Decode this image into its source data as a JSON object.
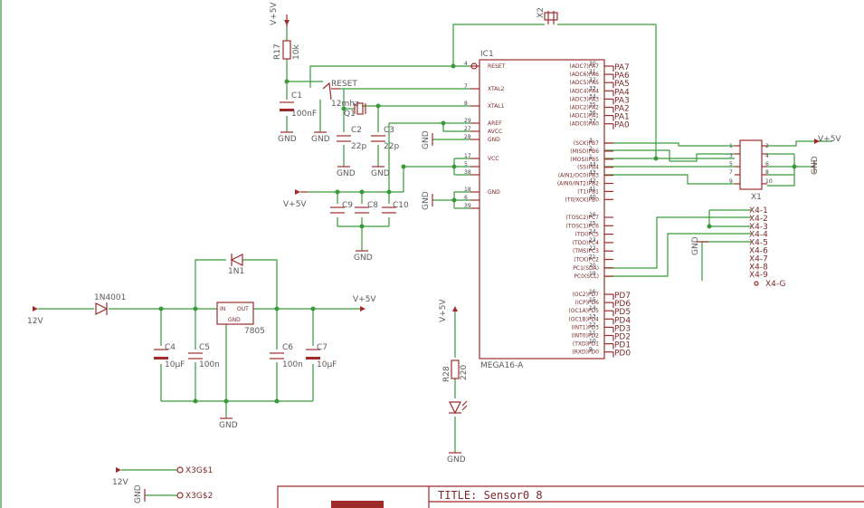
{
  "supplies": {
    "vcc": "V+5V",
    "v12": "12V",
    "gnd": "GND"
  },
  "ic1": {
    "name": "IC1",
    "part": "MEGA16-A",
    "left_pins": [
      {
        "label": "RESET",
        "num": "4"
      },
      {
        "label": "XTAL2",
        "num": "7"
      },
      {
        "label": "XTAL1",
        "num": "8"
      },
      {
        "label": "AREF",
        "num": "29"
      },
      {
        "label": "AVCC",
        "num": "27"
      },
      {
        "label": "GND",
        "num": "28"
      },
      {
        "label": "VCC",
        "num": "17"
      },
      {
        "label": "",
        "num": "5"
      },
      {
        "label": "",
        "num": "38"
      },
      {
        "label": "GND",
        "num": "18"
      },
      {
        "label": "",
        "num": "6"
      },
      {
        "label": "",
        "num": "39"
      }
    ],
    "right_pins_a": [
      {
        "label": "(ADC7)PA7",
        "num": "30",
        "net": "PA7"
      },
      {
        "label": "(ADC6)PA6",
        "num": "31",
        "net": "PA6"
      },
      {
        "label": "(ADC5)PA5",
        "num": "32",
        "net": "PA5"
      },
      {
        "label": "(ADC4)PA4",
        "num": "33",
        "net": "PA4"
      },
      {
        "label": "(ADC3)PA3",
        "num": "34",
        "net": "PA3"
      },
      {
        "label": "(ADC2)PA2",
        "num": "35",
        "net": "PA2"
      },
      {
        "label": "(ADC1)PA1",
        "num": "36",
        "net": "PA1"
      },
      {
        "label": "(ADC0)PA0",
        "num": "37",
        "net": "PA0"
      }
    ],
    "right_pins_b": [
      {
        "label": "(SCK)PB7",
        "num": "3"
      },
      {
        "label": "(MISO)PB6",
        "num": "2"
      },
      {
        "label": "(MOSI)PB5",
        "num": "1"
      },
      {
        "label": "(SS)PB4",
        "num": "44"
      },
      {
        "label": "(AIN1/OC0)PB3",
        "num": "43"
      },
      {
        "label": "(AIN0/INT2)PB2",
        "num": "42"
      },
      {
        "label": "(T1)PB1",
        "num": "41"
      },
      {
        "label": "(T0/XCK)PB0",
        "num": "40"
      }
    ],
    "right_pins_c": [
      {
        "label": "(TOSC2)PC7",
        "num": "26"
      },
      {
        "label": "(TOSC1)PC6",
        "num": "25"
      },
      {
        "label": "(TDI)PC5",
        "num": "24"
      },
      {
        "label": "(TDO)PC4",
        "num": "23"
      },
      {
        "label": "(TMS)PC3",
        "num": "22"
      },
      {
        "label": "(TCK)PC2",
        "num": "21"
      },
      {
        "label": "PC1(SDA)",
        "num": "20"
      },
      {
        "label": "PC0(SCL)",
        "num": "19"
      }
    ],
    "right_pins_d": [
      {
        "label": "(OC2)PD7",
        "num": "16",
        "net": "PD7"
      },
      {
        "label": "(ICP)PD6",
        "num": "15",
        "net": "PD6"
      },
      {
        "label": "(OC1A)PD5",
        "num": "14",
        "net": "PD5"
      },
      {
        "label": "(OC1B)PD4",
        "num": "13",
        "net": "PD4"
      },
      {
        "label": "(INT1)PD3",
        "num": "12",
        "net": "PD3"
      },
      {
        "label": "(INT0)PD2",
        "num": "11",
        "net": "PD2"
      },
      {
        "label": "(TXD)PD1",
        "num": "10",
        "net": "PD1"
      },
      {
        "label": "(RXD)PD0",
        "num": "9",
        "net": "PD0"
      }
    ]
  },
  "components": {
    "r17": {
      "name": "R17",
      "value": "10k"
    },
    "c1": {
      "name": "C1",
      "value": "100nF"
    },
    "reset": {
      "name": "RESET"
    },
    "crystal": {
      "name": "Q1",
      "value": "12mhz"
    },
    "c2": {
      "name": "C2",
      "value": "22p"
    },
    "c3": {
      "name": "C3",
      "value": "22p"
    },
    "c8": {
      "name": "C8"
    },
    "c9": {
      "name": "C9"
    },
    "c10": {
      "name": "C10"
    },
    "x2": {
      "name": "X2"
    },
    "x1": {
      "name": "X1",
      "pins_left": [
        "1",
        "3",
        "5",
        "7",
        "9"
      ],
      "pins_right": [
        "2",
        "4",
        "6",
        "8",
        "10"
      ]
    },
    "x4": {
      "pins": [
        "X4-1",
        "X4-2",
        "X4-3",
        "X4-4",
        "X4-5",
        "X4-6",
        "X4-7",
        "X4-8",
        "X4-9"
      ],
      "ground": "X4-G"
    },
    "d1n1": {
      "name": "1N1"
    },
    "d1n4001": {
      "name": "1N4001"
    },
    "reg": {
      "name": "7805",
      "in": "IN",
      "out": "OUT",
      "gnd": "GND"
    },
    "c4": {
      "name": "C4",
      "value": "10µF"
    },
    "c5": {
      "name": "C5",
      "value": "100n"
    },
    "c6": {
      "name": "C6",
      "value": "100n"
    },
    "c7": {
      "name": "C7",
      "value": "10µF"
    },
    "r28": {
      "name": "R28",
      "value": "220"
    },
    "x3g1": {
      "name": "X3G$1"
    },
    "x3g2": {
      "name": "X3G$2"
    }
  },
  "title_block": {
    "title": "TITLE: Sensor0_8"
  },
  "colors": {
    "wire": "#3a9a3a",
    "part": "#9e2b2b",
    "background": "#ffffff"
  }
}
